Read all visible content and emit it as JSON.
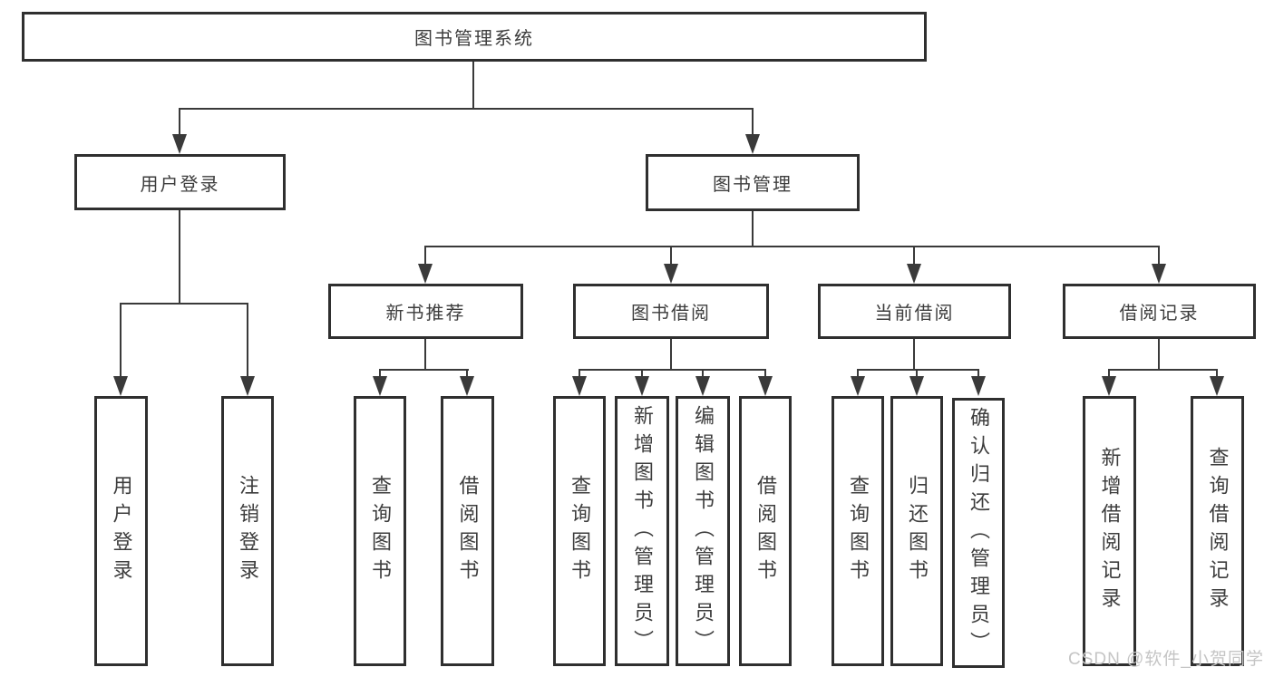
{
  "tree": {
    "root": "图书管理系统",
    "branches": [
      {
        "label": "用户登录",
        "children": [
          "用户登录",
          "注销登录"
        ]
      },
      {
        "label": "图书管理",
        "groups": [
          {
            "label": "新书推荐",
            "children": [
              "查询图书",
              "借阅图书"
            ]
          },
          {
            "label": "图书借阅",
            "children": [
              "查询图书",
              "新增图书（管理员）",
              "编辑图书（管理员）",
              "借阅图书"
            ]
          },
          {
            "label": "当前借阅",
            "children": [
              "查询图书",
              "归还图书",
              "确认归还（管理员）"
            ]
          },
          {
            "label": "借阅记录",
            "children": [
              "新增借阅记录",
              "查询借阅记录"
            ]
          }
        ]
      }
    ]
  },
  "watermark": "CSDN @软件_小贺同学",
  "colors": {
    "box_border": "#2f2f2f",
    "line": "#3a3a3a",
    "text": "#3d3d3d",
    "watermark": "#c5c5c5",
    "background": "#ffffff"
  }
}
